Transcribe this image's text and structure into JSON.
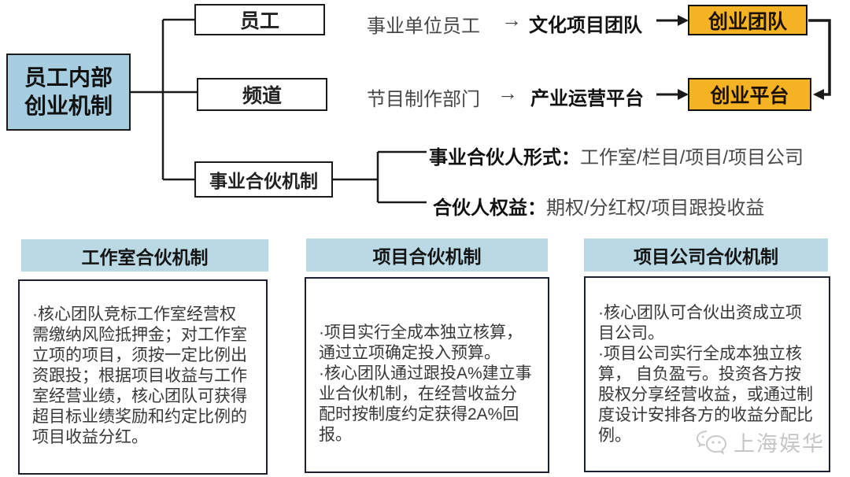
{
  "colors": {
    "accent_orange": "#F5B324",
    "root_blue": "#A6CDE0",
    "header_blue": "#BAD9E4",
    "line": "#1A1A1A"
  },
  "root": {
    "label": "员工内部\n创业机制"
  },
  "tree": {
    "nodes": [
      {
        "label": "员工"
      },
      {
        "label": "频道"
      },
      {
        "label": "事业合伙机制"
      }
    ]
  },
  "flows": [
    {
      "source": "事业单位员工",
      "arrow": "→",
      "platform": "文化项目团队",
      "target": "创业团队"
    },
    {
      "source": "节目制作部门",
      "arrow": "→",
      "platform": "产业运营平台",
      "target": "创业平台"
    }
  ],
  "partnership": {
    "items": [
      {
        "label": "事业合伙人形式：",
        "value": "工作室/栏目/项目/项目公司"
      },
      {
        "label": "合伙人权益：",
        "value": "期权/分红权/项目跟投收益"
      }
    ]
  },
  "columns": [
    {
      "title": "工作室合伙机制",
      "body": "·核心团队竞标工作室经营权需缴纳风险抵押金；对工作室立项的项目，须按一定比例出资跟投；根据项目收益与工作室经营业绩，核心团队可获得超目标业绩奖励和约定比例的项目收益分红。"
    },
    {
      "title": "项目合伙机制",
      "body": "·项目实行全成本独立核算，通过立项确定投入预算。\n·核心团队通过跟投A%建立事业合伙机制，在经营收益分配时按制度约定获得2A%回报。"
    },
    {
      "title": "项目公司合伙机制",
      "body": "·核心团队可合伙出资成立项目公司。\n·项目公司实行全成本独立核算， 自负盈亏。投资各方按股权分享经营收益，或通过制度设计安排各方的收益分配比例。"
    }
  ],
  "watermark": {
    "text": "上海娱华",
    "icon": "wechat-icon"
  }
}
